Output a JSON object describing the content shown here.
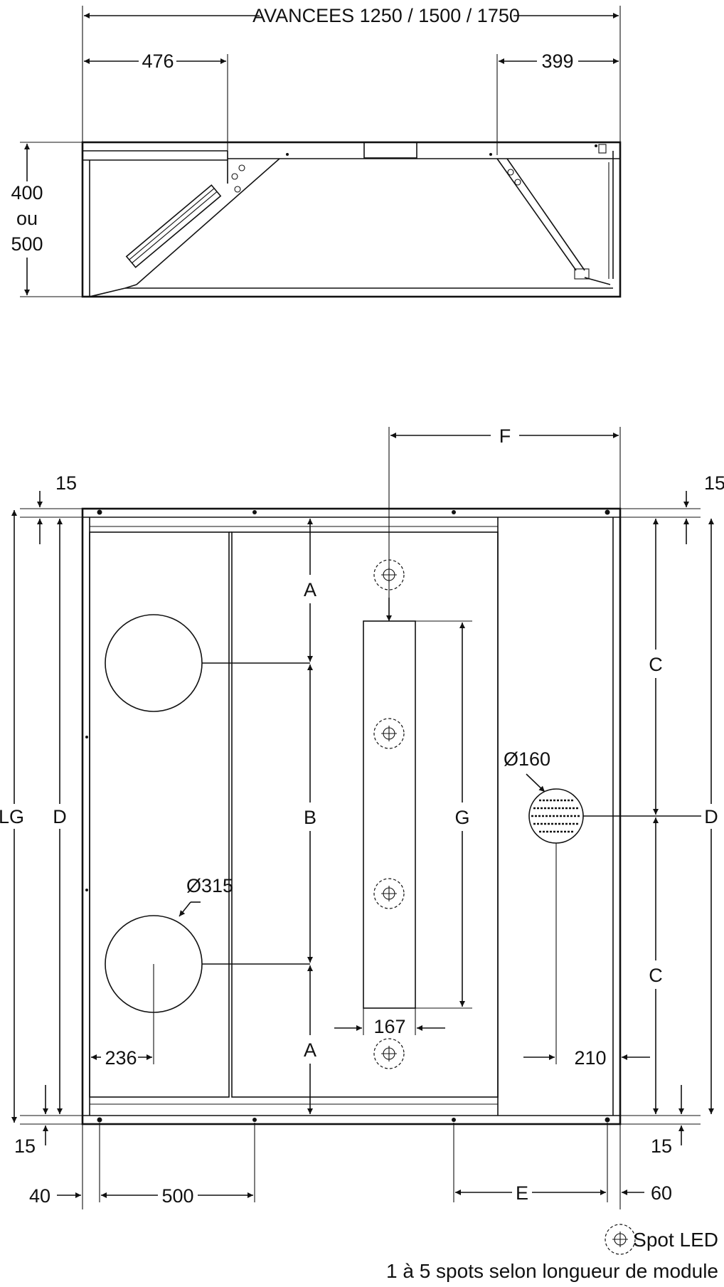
{
  "side_view": {
    "depth_label": "AVANCEES 1250 / 1500 / 1750",
    "left_dim": "476",
    "right_dim": "399",
    "height_line1": "400",
    "height_line2": "ou",
    "height_line3": "500"
  },
  "plan_view": {
    "F": "F",
    "top_left_15": "15",
    "top_right_15": "15",
    "LG": "LG",
    "D_left": "D",
    "D_right": "D",
    "A_top": "A",
    "B": "B",
    "A_bottom": "A",
    "G": "G",
    "C_top": "C",
    "C_bottom": "C",
    "dia_duct": "Ø315",
    "dia_small": "Ø160",
    "w167": "167",
    "d236": "236",
    "d210": "210",
    "bottom_left_15": "15",
    "bottom_right_15": "15",
    "d40": "40",
    "d500": "500",
    "E": "E",
    "d60": "60"
  },
  "legend": {
    "spot_label": "Spot LED",
    "note": "1 à 5 spots selon longueur de module"
  }
}
